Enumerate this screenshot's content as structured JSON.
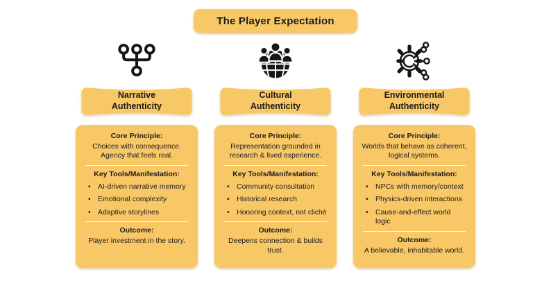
{
  "page": {
    "background": "#FFFFFF",
    "accent": "#F8C766",
    "text_color": "#1C1C1E"
  },
  "title": "The Player Expectation",
  "labels": {
    "core": "Core Principle:",
    "tools": "Key Tools/Manifestation:",
    "outcome": "Outcome:"
  },
  "columns": [
    {
      "icon": "sitemap-branch-icon",
      "header": "Narrative Authenticity",
      "core": "Choices with consequence. Agency that feels real.",
      "tools": [
        "AI-driven narrative memory",
        "Emotional complexity",
        "Adaptive storylines"
      ],
      "outcome": "Player investment in the story."
    },
    {
      "icon": "global-community-icon",
      "header": "Cultural Authenticity",
      "core": "Representation grounded in research & lived experience.",
      "tools": [
        "Community consultation",
        "Historical research",
        "Honoring context, not cliché"
      ],
      "outcome": "Deepens connection & builds trust."
    },
    {
      "icon": "connected-gear-icon",
      "header": "Environmental Authenticity",
      "core": "Worlds that behave as coherent, logical systems.",
      "tools": [
        "NPCs with memory/context",
        "Physics-driven interactions",
        "Cause-and-effect world logic"
      ],
      "outcome": "A believable, inhabitable world."
    }
  ]
}
